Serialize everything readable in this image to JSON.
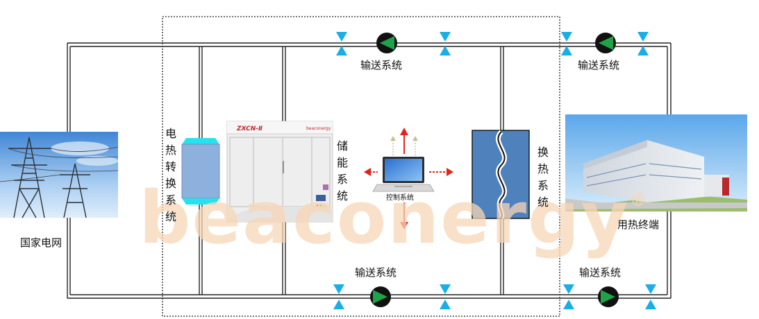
{
  "labels": {
    "grid": "国家电网",
    "e2h": "电热转换系统",
    "storage": "储能系统",
    "control": "控制系统",
    "exchange": "换热系统",
    "end": "用热终端",
    "transport": "输送系统"
  },
  "device": {
    "model": "ZXCN-Ⅱ",
    "brand": "beaconergy"
  },
  "watermark": {
    "text": "beaconergy",
    "mark": "®"
  },
  "colors": {
    "pipe": "#222222",
    "valve": "#18aee6",
    "pump_left": "#1fa24a",
    "pump_right": "#1fa24a",
    "exchanger": "#4f81bd",
    "converter_body": "#8eb0dc",
    "converter_cap": "#26e2ee",
    "arrow_red": "#e2231a",
    "arrow_dashed": "#c8bf9a",
    "watermark": "#f8d6b6"
  }
}
